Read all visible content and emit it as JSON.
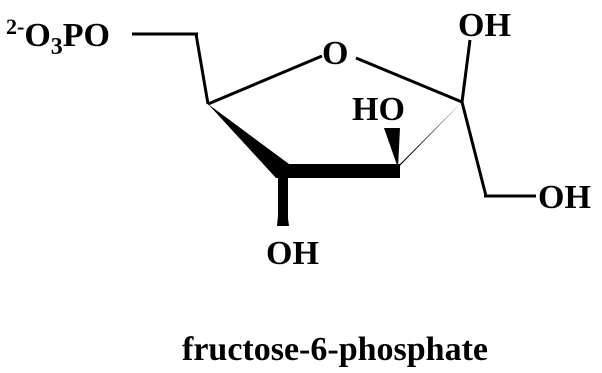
{
  "molecule": {
    "caption": "fructose-6-phosphate",
    "phosphate_charge": "2-",
    "phosphate_o": "O",
    "phosphate_sub": "3",
    "phosphate_rest": "PO",
    "ring_oxygen": "O",
    "anomeric_oh": "OH",
    "c3_ho": "HO",
    "ch2oh_oh": "OH",
    "c4_oh": "OH"
  }
}
